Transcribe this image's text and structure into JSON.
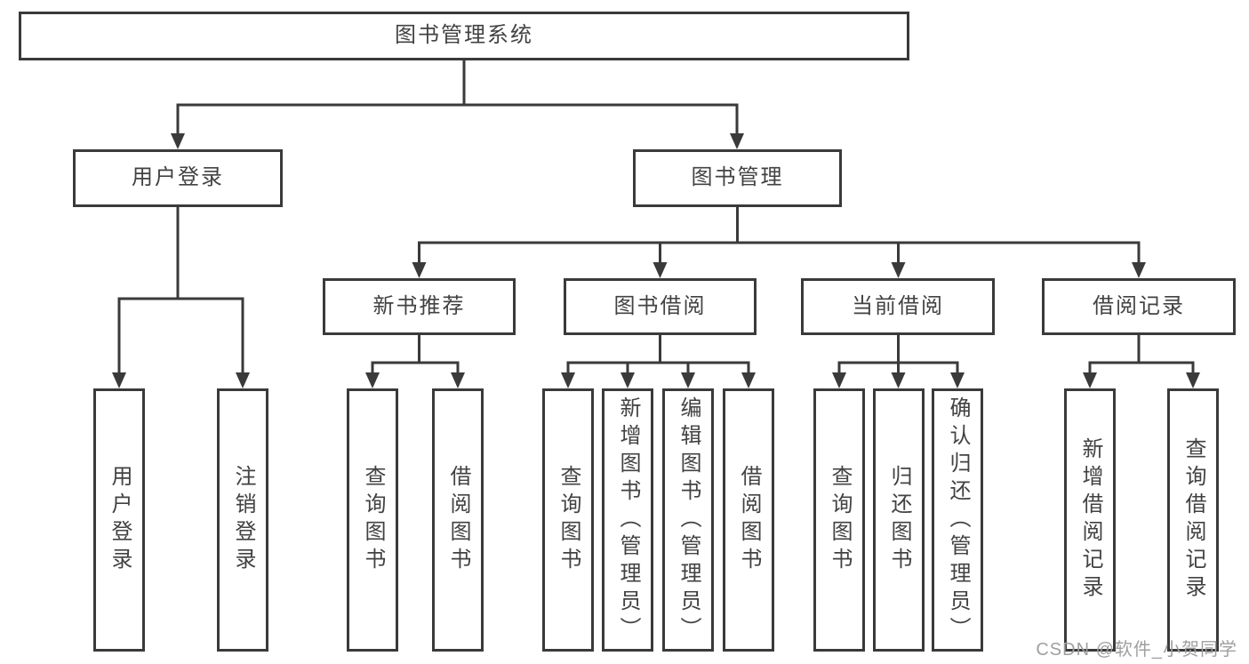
{
  "tree": {
    "label": "图书管理系统",
    "children": [
      {
        "label": "用户登录",
        "children": [
          {
            "label": "用户登录"
          },
          {
            "label": "注销登录"
          }
        ]
      },
      {
        "label": "图书管理",
        "children": [
          {
            "label": "新书推荐",
            "children": [
              {
                "label": "查询图书"
              },
              {
                "label": "借阅图书"
              }
            ]
          },
          {
            "label": "图书借阅",
            "children": [
              {
                "label": "查询图书"
              },
              {
                "label": "新增图书（管理员）"
              },
              {
                "label": "编辑图书（管理员）"
              },
              {
                "label": "借阅图书"
              }
            ]
          },
          {
            "label": "当前借阅",
            "children": [
              {
                "label": "查询图书"
              },
              {
                "label": "归还图书"
              },
              {
                "label": "确认归还（管理员）"
              }
            ]
          },
          {
            "label": "借阅记录",
            "children": [
              {
                "label": "新增借阅记录"
              },
              {
                "label": "查询借阅记录"
              }
            ]
          }
        ]
      }
    ]
  },
  "watermark": {
    "text": "CSDN @软件_小贺同学"
  },
  "colors": {
    "line": "#3a3a3a",
    "box_border": "#3a3a3a",
    "box_background": "#ffffff",
    "text": "#424242",
    "watermark": "#9f9f9f",
    "page_background": "#ffffff"
  }
}
